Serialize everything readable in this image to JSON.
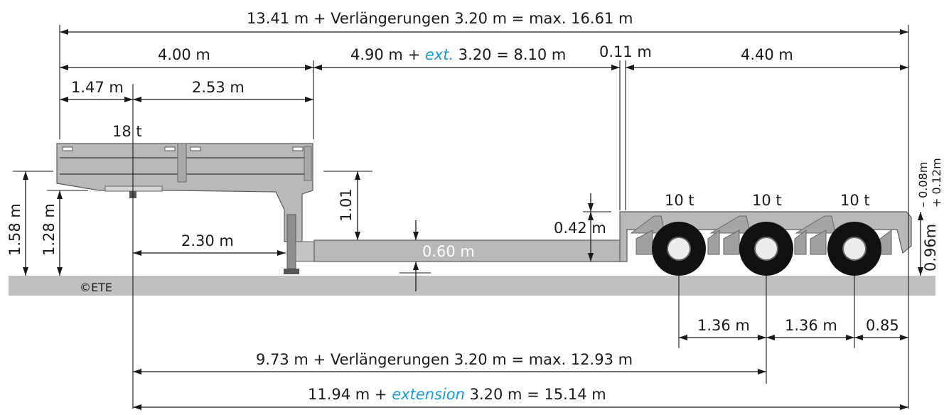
{
  "dimensions": {
    "overall_top": "13.41 m + Verlängerungen 3.20 m = max. 16.61 m",
    "gooseneck_length": "4.00 m",
    "well_pre": "4.90 m + ",
    "well_ext": "ext.",
    "well_post": " 3.20 = 8.10 m",
    "gap": "0.11 m",
    "rear_length": "4.40 m",
    "kingpin_front": "1.47 m",
    "kingpin_rear": "2.53 m",
    "kingpin_load": "18 t",
    "height_total": "1.58 m",
    "height_fifth_wheel": "1.28 m",
    "well_height": "1.01",
    "swing_radius": "2.30 m",
    "deck_height": "0.60 m",
    "rear_step": "0.42 m",
    "axle_load_1": "10 t",
    "axle_load_2": "10 t",
    "axle_load_3": "10 t",
    "tolerance_minus": "– 0.08m",
    "tolerance_plus": "+ 0.12m",
    "rear_deck_height": "0.96m",
    "axle_spacing_1": "1.36 m",
    "axle_spacing_2": "1.36 m",
    "rear_overhang": "0.85",
    "kingpin_to_axle": "9.73 m + Verlängerungen 3.20 m = max. 12.93 m",
    "kingpin_total_pre": "11.94 m + ",
    "kingpin_total_ext": "extension",
    "kingpin_total_post": " 3.20 m = 15.14 m"
  },
  "copyright": "©ETE",
  "colors": {
    "trailer": "#b9b9b9",
    "ground": "#c0c0c0",
    "accent": "#1a9ad6",
    "line": "#1a1a1a"
  }
}
